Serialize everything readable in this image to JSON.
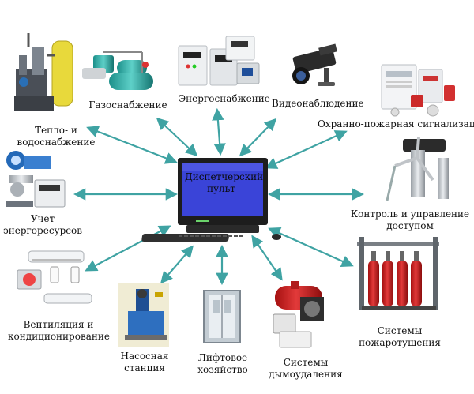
{
  "center": {
    "line1": "Диспетчерский",
    "line2": "пульт"
  },
  "nodes": {
    "heat_water": {
      "line1": "Тепло- и",
      "line2": "водоснабжение",
      "icon": "boiler-pump-icon"
    },
    "gas": {
      "line1": "Газоснабжение",
      "icon": "gas-tank-icon"
    },
    "power": {
      "line1": "Энергоснабжение",
      "icon": "electric-panel-icon"
    },
    "video": {
      "line1": "Видеонаблюдение",
      "icon": "cctv-camera-icon"
    },
    "fire_alarm": {
      "line1": "Охранно-пожарная сигнализация",
      "icon": "alarm-panel-icon"
    },
    "metering": {
      "line1": "Учет",
      "line2": "энергоресурсов",
      "icon": "meter-icon"
    },
    "access": {
      "line1": "Контроль и управление",
      "line2": "доступом",
      "icon": "turnstile-icon"
    },
    "hvac": {
      "line1": "Вентиляция и",
      "line2": "кондиционирование",
      "icon": "air-conditioner-icon"
    },
    "pump": {
      "line1": "Насосная",
      "line2": "станция",
      "icon": "pump-station-icon"
    },
    "lift": {
      "line1": "Лифтовое",
      "line2": "хозяйство",
      "icon": "elevator-icon"
    },
    "smoke": {
      "line1": "Системы",
      "line2": "дымоудаления",
      "icon": "smoke-fan-icon"
    },
    "extinguish": {
      "line1": "Системы",
      "line2": "пожаротушения",
      "icon": "fire-extinguisher-icon"
    }
  },
  "colors": {
    "arrow": "#3fa3a3",
    "screen": "#3a44d8",
    "monitor": "#1d1d1d"
  }
}
